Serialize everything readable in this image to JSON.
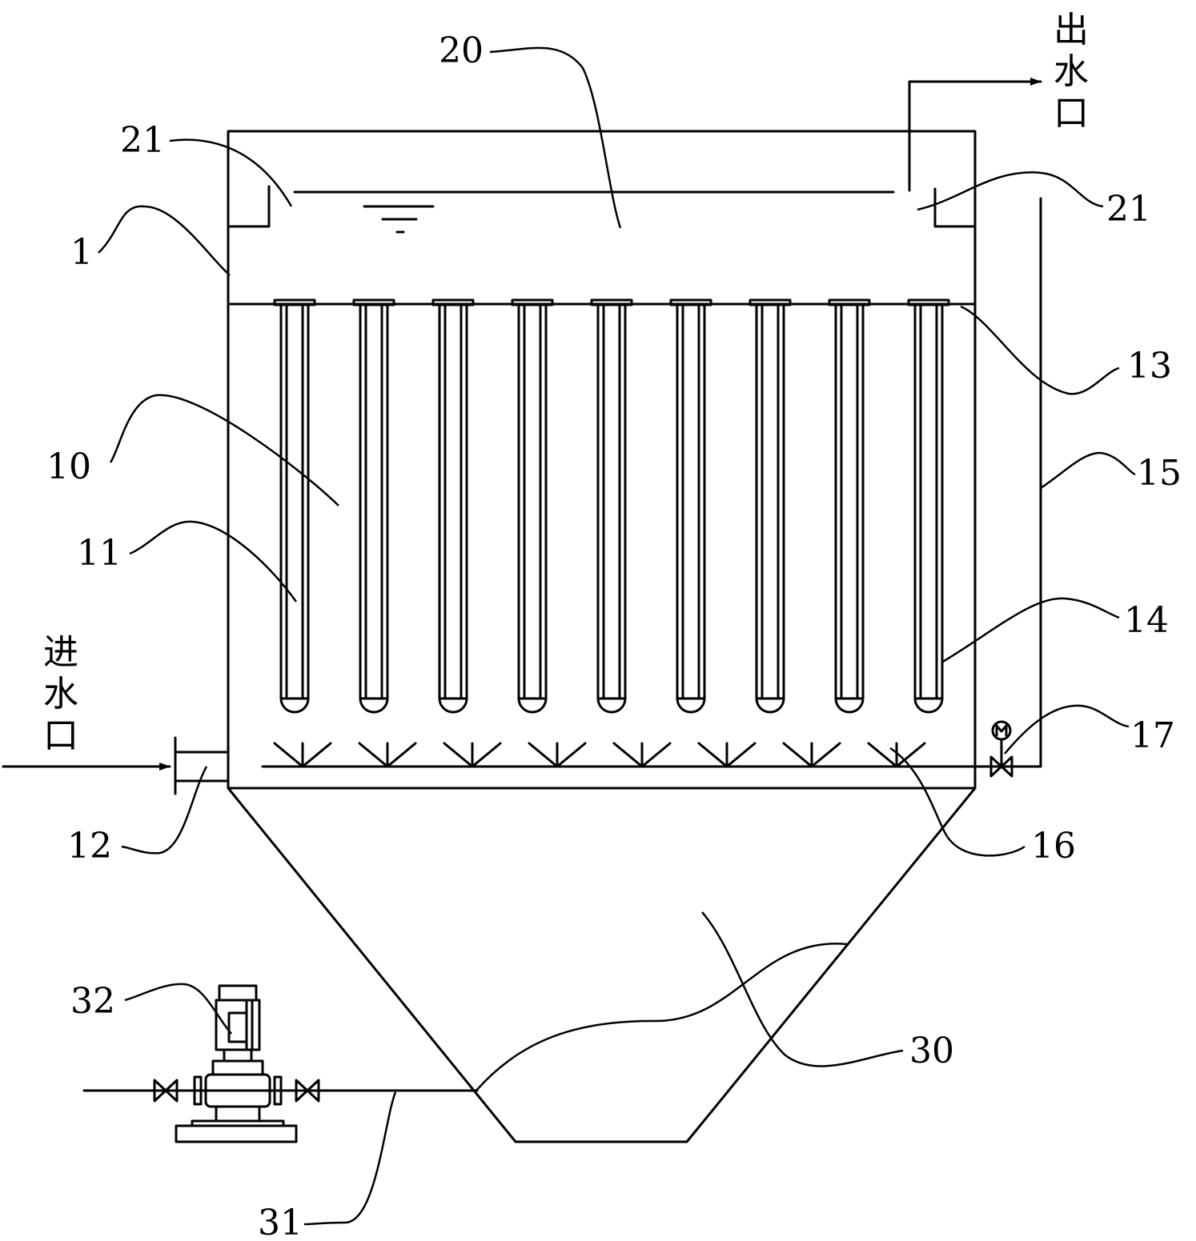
{
  "labels": {
    "tank": "1",
    "upper_zone": "20",
    "overflow_left": "21",
    "overflow_right": "21",
    "reaction_zone": "10",
    "membrane_tube": "11",
    "inlet_pipe": "12",
    "tube_plate": "13",
    "tube_bottom": "14",
    "vertical_pipe": "15",
    "aeration_pipe": "16",
    "motor_valve": "17",
    "sludge_hopper": "30",
    "sludge_pipe": "31",
    "pump": "32"
  },
  "inlet": {
    "chars": [
      "进",
      "水",
      "口"
    ]
  },
  "outlet": {
    "chars": [
      "出",
      "水",
      "口"
    ]
  },
  "colors": {
    "line": "#000000",
    "background": "#ffffff"
  }
}
